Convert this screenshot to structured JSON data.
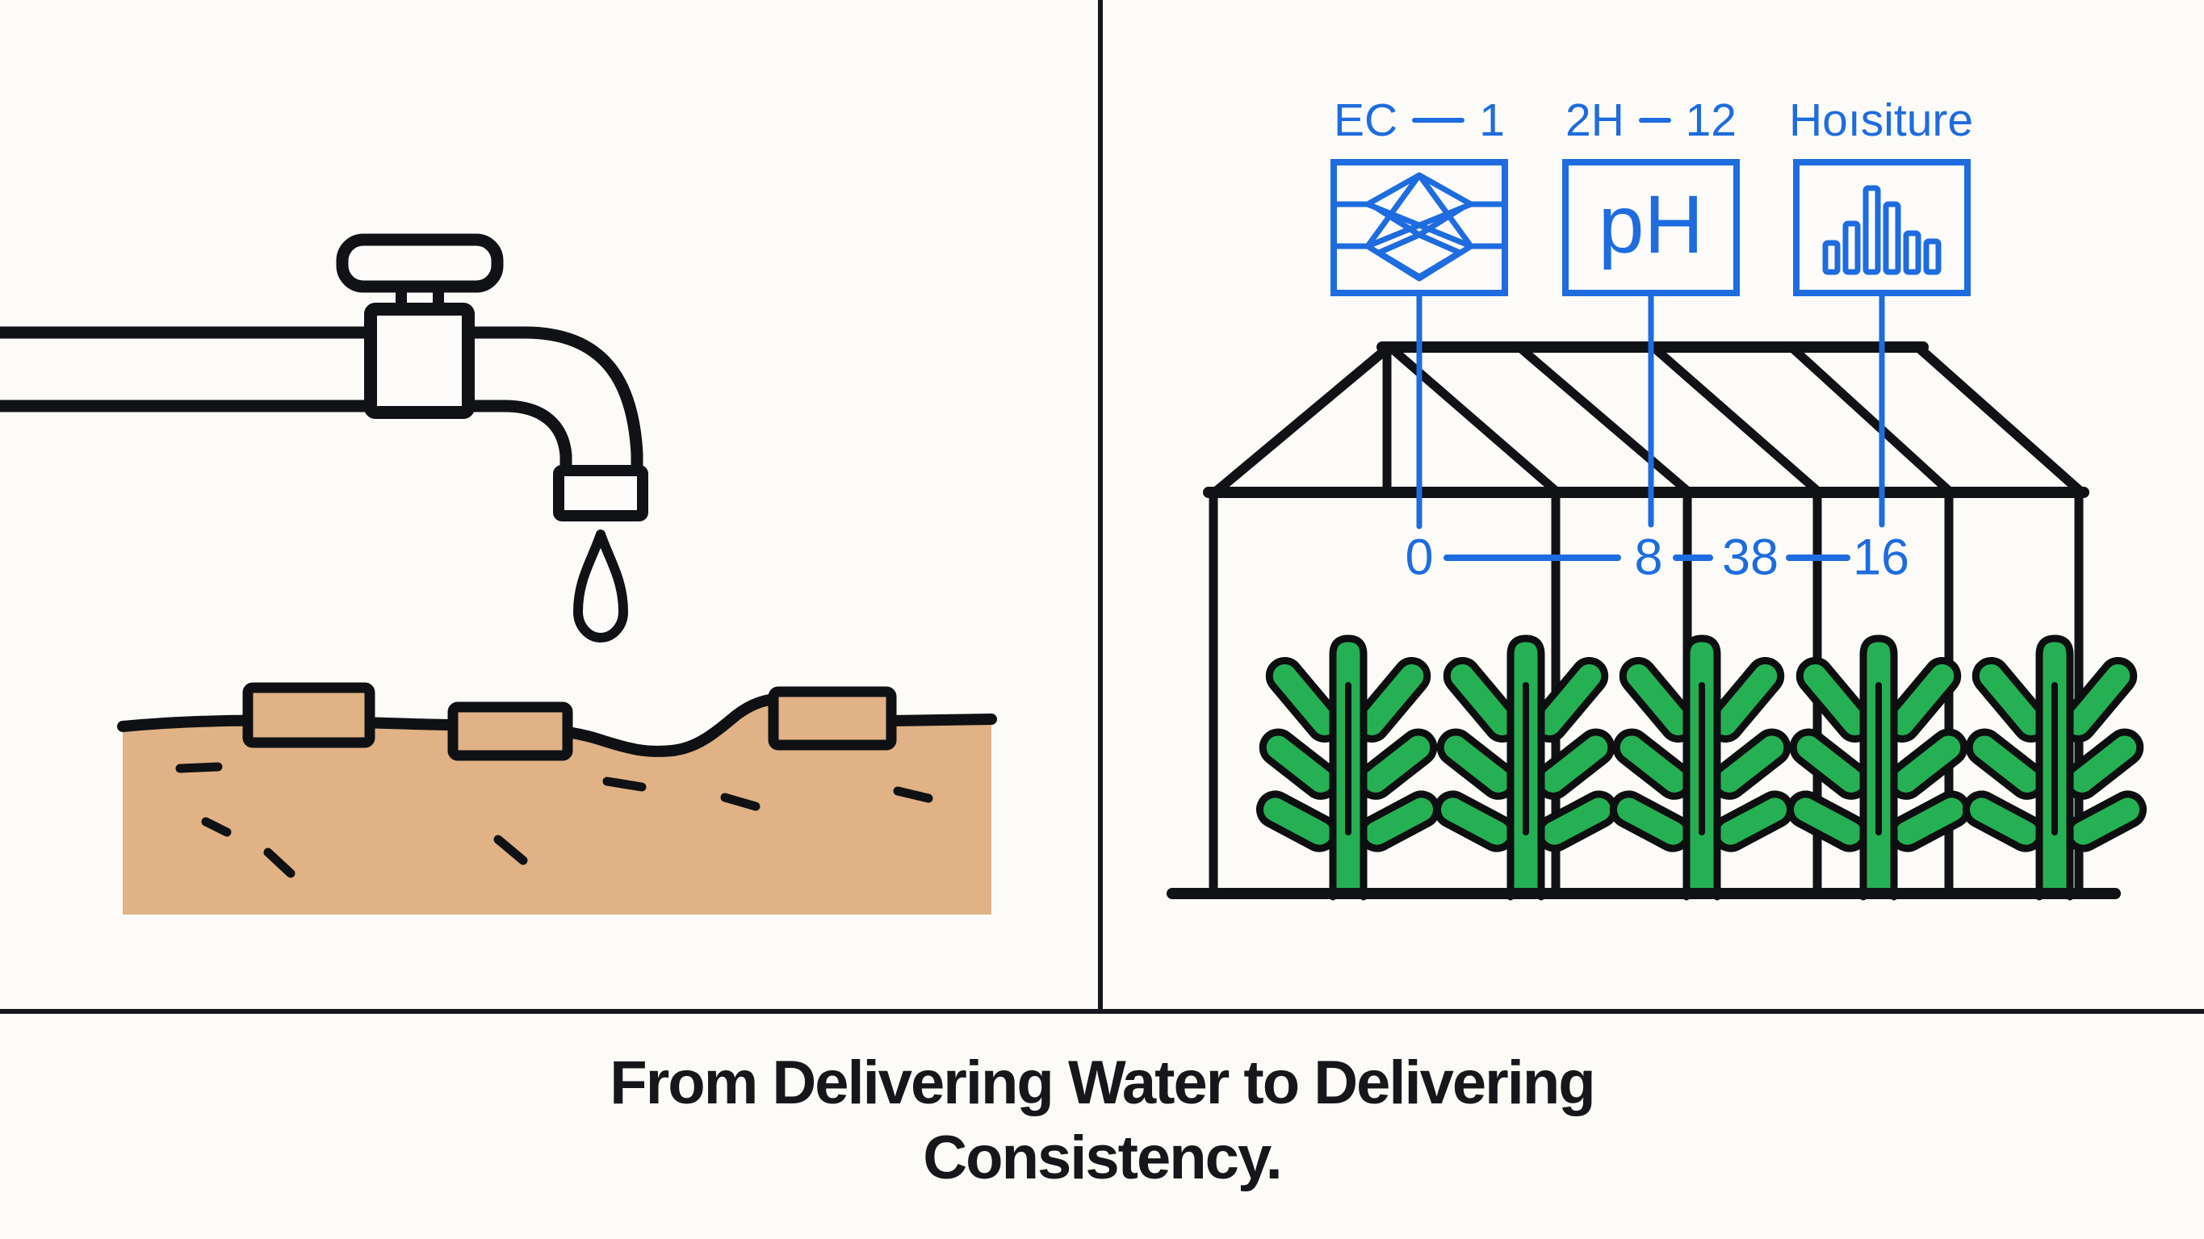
{
  "colors": {
    "accent_blue": "#1e6cdf",
    "line_black": "#14161b",
    "soil_tan": "#e0b286",
    "plant_green": "#25b054",
    "background": "#fcfbf8"
  },
  "left_panel": {
    "icons": [
      "faucet-icon",
      "water-drop-icon",
      "soil-with-sensor-blocks-icon"
    ]
  },
  "right_panel": {
    "sensor_labels": [
      {
        "prefix": "EC",
        "value": "1",
        "icon": "network-icon"
      },
      {
        "prefix": "2H",
        "value": "12",
        "icon": "ph-icon",
        "icon_text": "pH"
      },
      {
        "prefix": "Hoısiture",
        "value": "",
        "icon": "bar-chart-icon"
      }
    ],
    "readings": [
      "0",
      "8",
      "38",
      "16"
    ],
    "greenhouse_icon": "greenhouse-icon",
    "plant_count": 5
  },
  "caption": {
    "line1": "From Delivering Water to Delivering",
    "line2": "Consistency."
  }
}
